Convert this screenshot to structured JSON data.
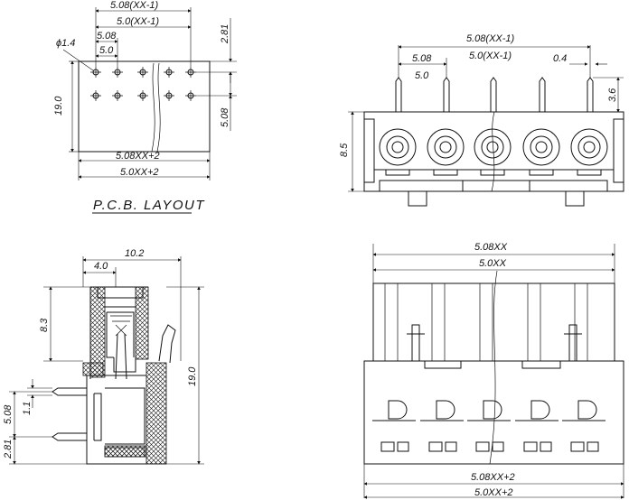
{
  "pcb_layout": {
    "title": "P.C.B. LAYOUT",
    "dims": {
      "pitch_total": "5.08(XX-1)",
      "pitch_total_alt": "5.0(XX-1)",
      "pitch": "5.08",
      "pitch_alt": "5.0",
      "hole_diameter": "ϕ1.4",
      "row_offset_top": "2.81",
      "row_spacing": "5.08",
      "height": "19.0",
      "overall_width": "5.08XX+2",
      "overall_width_alt": "5.0XX+2"
    }
  },
  "top_view": {
    "dims": {
      "pitch_total": "5.08(XX-1)",
      "pitch_total_alt": "5.0(XX-1)",
      "pitch": "5.08",
      "pitch_alt": "5.0",
      "pin_width": "0.4",
      "pin_length": "3.6",
      "height": "8.5"
    }
  },
  "side_view": {
    "dims": {
      "depth": "10.2",
      "offset": "4.0",
      "height_upper": "8.3",
      "height_total": "19.0",
      "pin_spacing": "5.08",
      "pin_width": "1.1",
      "pin_offset": "2.81"
    }
  },
  "front_view": {
    "dims": {
      "width_top": "5.08XX",
      "width_top_alt": "5.0XX",
      "width_bottom": "5.08XX+2",
      "width_bottom_alt": "5.0XX+2"
    }
  }
}
